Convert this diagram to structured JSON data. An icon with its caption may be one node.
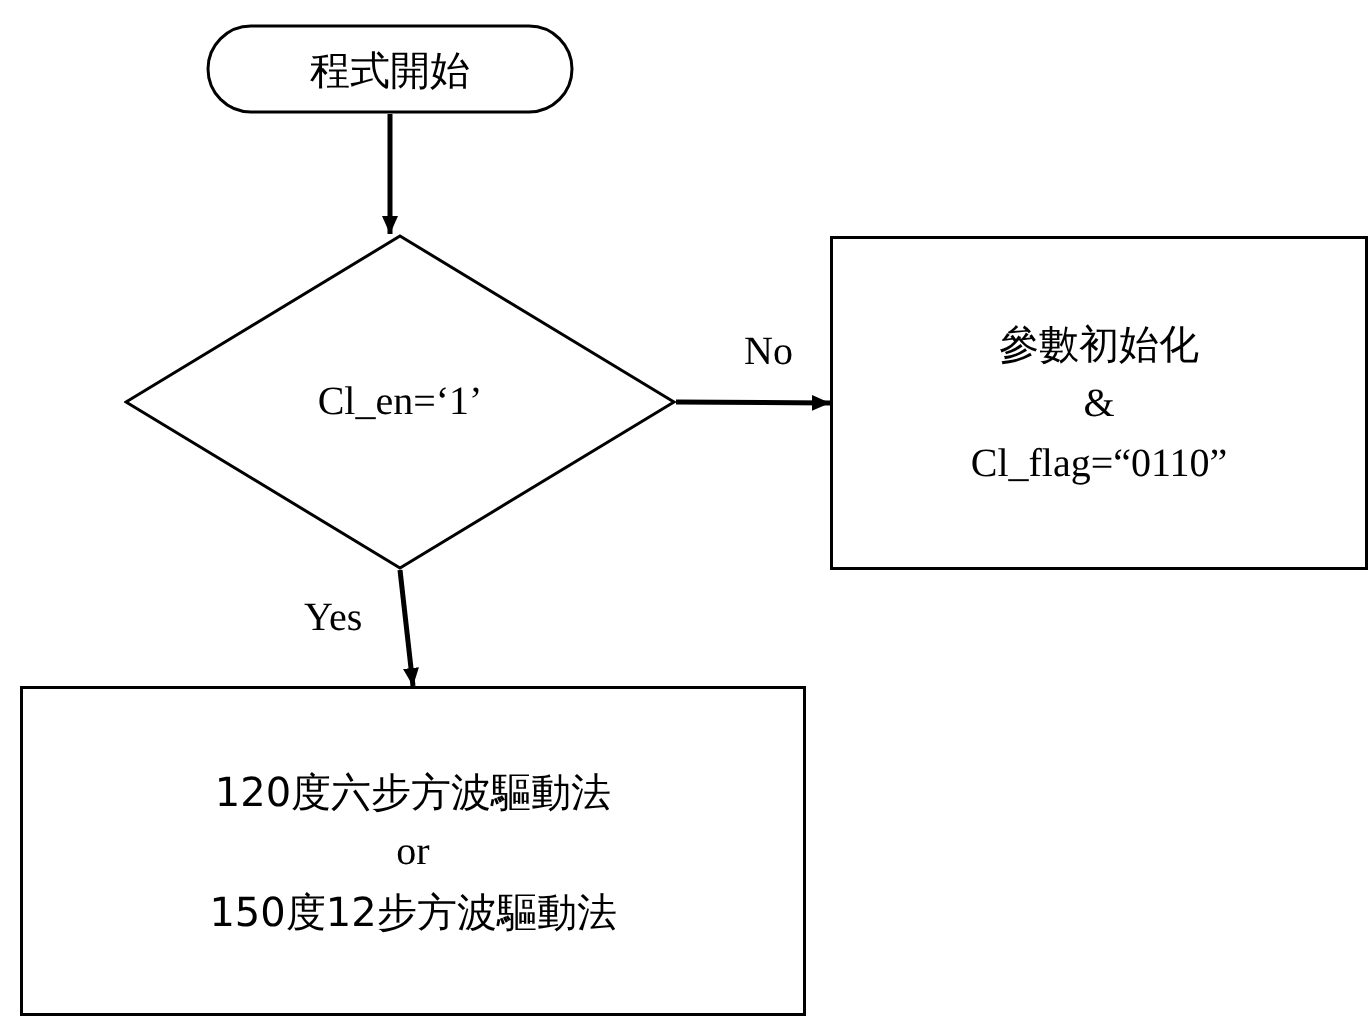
{
  "diagram": {
    "nodes": [
      {
        "text": [
          "程式開始"
        ]
      },
      {
        "text": [
          "Cl_en=‘1’"
        ]
      },
      {
        "text": [
          "參數初始化",
          "&",
          "Cl_flag=“0110”"
        ]
      },
      {
        "text": [
          "120度六步方波驅動法",
          "or",
          "150度12步方波驅動法"
        ]
      }
    ],
    "edges": [
      {
        "from": 0,
        "to": 1,
        "arrow": "to"
      },
      {
        "from": 1,
        "to": 2,
        "arrow": "to",
        "label": "No"
      },
      {
        "from": 1,
        "to": 3,
        "arrow": "to",
        "label": "Yes"
      }
    ]
  }
}
